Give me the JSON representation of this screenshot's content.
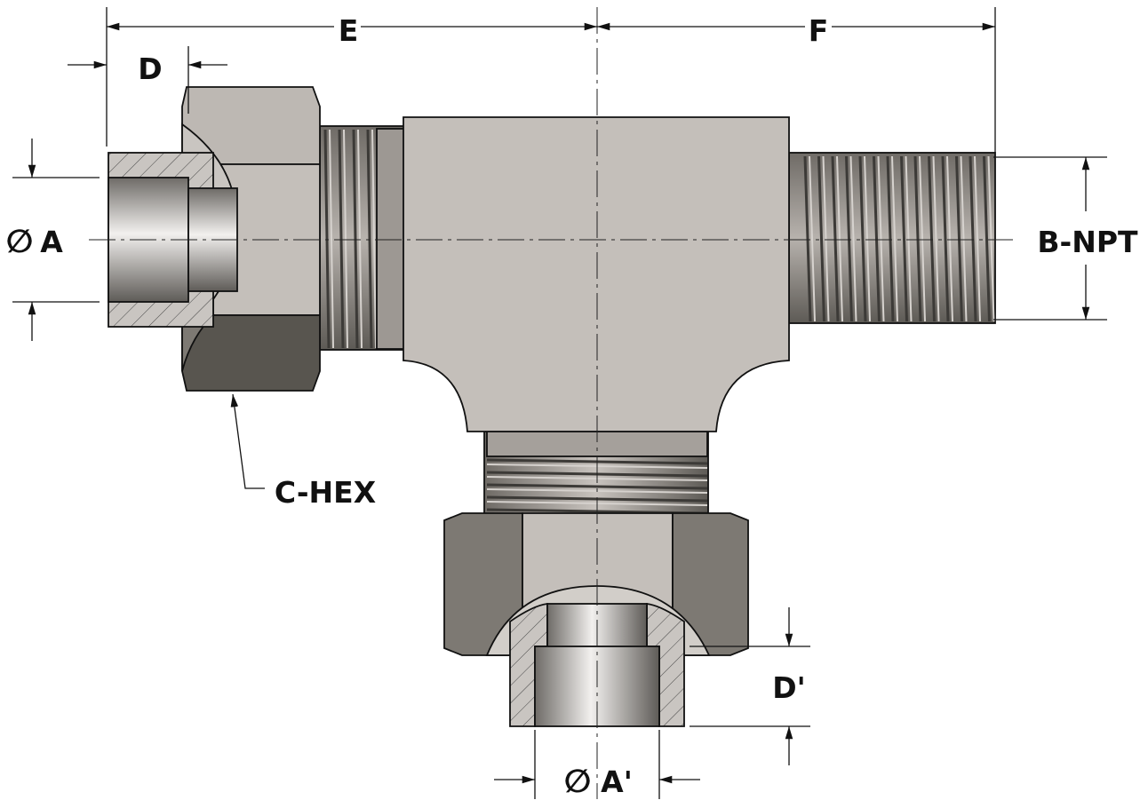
{
  "labels": {
    "dim_a": "A",
    "dim_b": "B-NPT",
    "dim_c": "C-HEX",
    "dim_d": "D",
    "dim_d_prime": "D'",
    "dim_e": "E",
    "dim_f": "F",
    "dim_a_prime": "A'",
    "diameter_symbol": "∅"
  },
  "colors": {
    "body": "#c4bfba",
    "body_dark": "#a8a29c",
    "hex_shadow": "#58554f",
    "hex_mid": "#7d7973",
    "thread": "#8f8a85",
    "outline": "#111111"
  }
}
